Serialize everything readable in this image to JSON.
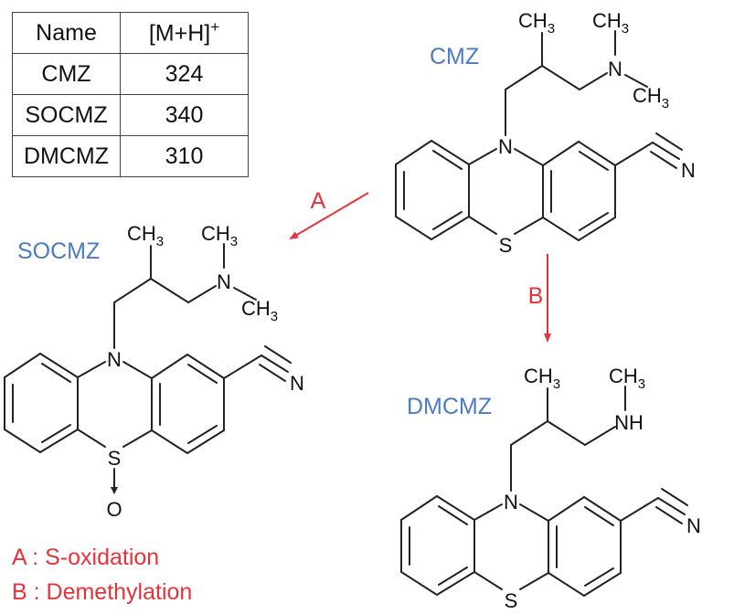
{
  "table": {
    "headers": [
      "Name",
      "[M+H]",
      "+"
    ],
    "rows": [
      {
        "name": "CMZ",
        "mass": "324"
      },
      {
        "name": "SOCMZ",
        "mass": "340"
      },
      {
        "name": "DMCMZ",
        "mass": "310"
      }
    ]
  },
  "compounds": {
    "cmz": {
      "label": "CMZ"
    },
    "socmz": {
      "label": "SOCMZ"
    },
    "dmcmz": {
      "label": "DMCMZ"
    }
  },
  "atoms": {
    "n": "N",
    "s": "S",
    "o": "O",
    "nh": "NH",
    "ch": "CH",
    "three": "3"
  },
  "arrows": {
    "a": {
      "label": "A"
    },
    "b": {
      "label": "B"
    }
  },
  "legend": {
    "a": "A : S-oxidation",
    "b": "B : Demethylation"
  },
  "colors": {
    "compound_label": "#4a7bc4",
    "reaction": "#e8323a",
    "bond": "#222222"
  }
}
